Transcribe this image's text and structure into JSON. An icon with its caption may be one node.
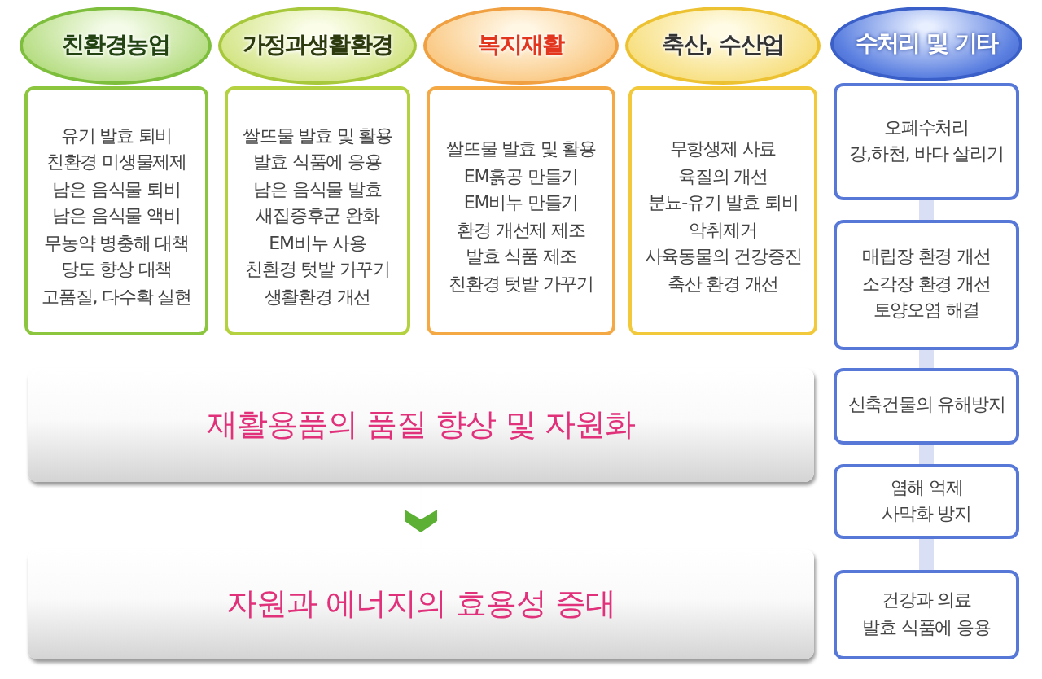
{
  "diagram": {
    "nodes": [
      {
        "text": [
          "친환경농업"
        ]
      },
      {
        "text": [
          "유기 발효 퇴비",
          "친환경 미생물제제",
          "남은 음식물 퇴비",
          "남은 음식물 액비",
          "무농약 병충해 대책",
          "당도 향상 대책",
          "고품질, 다수확 실현"
        ]
      },
      {
        "text": [
          "가정과생활환경"
        ]
      },
      {
        "text": [
          "쌀뜨물 발효 및 활용",
          "발효 식품에 응용",
          "남은 음식물 발효",
          "새집증후군 완화",
          "EM비누 사용",
          "친환경 텃밭 가꾸기",
          "생활환경 개선"
        ]
      },
      {
        "text": [
          "복지재활"
        ]
      },
      {
        "text": [
          "쌀뜨물 발효 및 활용",
          "EM흙공 만들기",
          "EM비누 만들기",
          "환경 개선제 제조",
          "발효 식품 제조",
          "친환경 텃밭 가꾸기"
        ]
      },
      {
        "text": [
          "축산, 수산업"
        ]
      },
      {
        "text": [
          "무항생제 사료",
          "육질의 개선",
          "분뇨-유기 발효 퇴비",
          "악취제거",
          "사육동물의 건강증진",
          "축산 환경 개선"
        ]
      },
      {
        "text": [
          "수처리 및 기타"
        ]
      },
      {
        "text": [
          "오폐수처리",
          "강,하천, 바다 살리기"
        ]
      },
      {
        "text": [
          "매립장 환경 개선",
          "소각장 환경 개선",
          "토양오염 해결"
        ]
      },
      {
        "text": [
          "신축건물의 유해방지"
        ]
      },
      {
        "text": [
          "염해 억제",
          "사막화 방지"
        ]
      },
      {
        "text": [
          "건강과 의료",
          "발효 식품에 응용"
        ]
      },
      {
        "text": [
          "재활용품의 품질 향상 및 자원화"
        ]
      },
      {
        "text": [
          "자원과 에너지의 효용성 증대"
        ]
      }
    ],
    "edges": [
      {
        "from": 9,
        "to": 10,
        "arrow": "none",
        "color": "#d9e0f5"
      },
      {
        "from": 10,
        "to": 11,
        "arrow": "none",
        "color": "#d9e0f5"
      },
      {
        "from": 11,
        "to": 12,
        "arrow": "none",
        "color": "#d9e0f5"
      },
      {
        "from": 12,
        "to": 13,
        "arrow": "none",
        "color": "#d9e0f5"
      },
      {
        "from": 14,
        "to": 15,
        "arrow": "to",
        "color": "#5cb135"
      }
    ]
  }
}
